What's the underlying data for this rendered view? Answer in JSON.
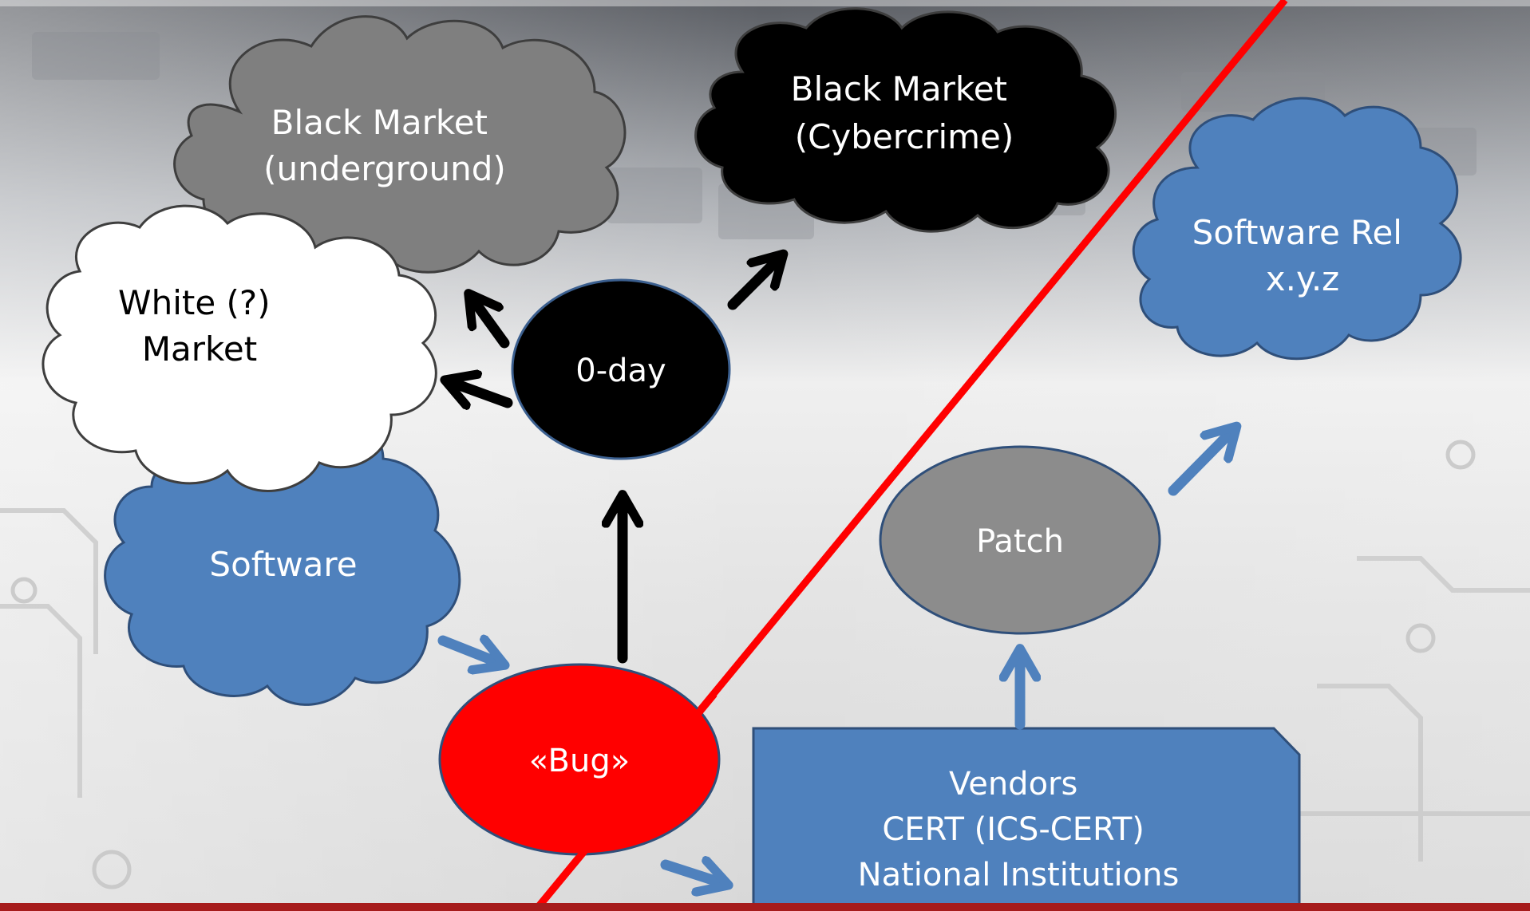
{
  "nodes": {
    "black_market_underground": {
      "lines": [
        "Black Market",
        "(underground)"
      ],
      "fill": "#7f7f7f",
      "text_color": "#ffffff"
    },
    "black_market_cybercrime": {
      "lines": [
        "Black Market",
        "(Cybercrime)"
      ],
      "fill": "#000000",
      "text_color": "#ffffff"
    },
    "white_market": {
      "lines": [
        "White (?)",
        "Market"
      ],
      "fill": "#ffffff",
      "text_color": "#000000"
    },
    "zero_day": {
      "label": "0-day",
      "fill": "#000000",
      "text_color": "#ffffff"
    },
    "software": {
      "label": "Software",
      "fill": "#4f81bd",
      "text_color": "#ffffff"
    },
    "software_rel": {
      "lines": [
        "Software Rel",
        "x.y.z"
      ],
      "fill": "#4f81bd",
      "text_color": "#ffffff"
    },
    "patch": {
      "label": "Patch",
      "fill": "#8c8c8c",
      "text_color": "#ffffff"
    },
    "bug": {
      "label": "«Bug»",
      "fill": "#ff0000",
      "text_color": "#ffffff"
    },
    "vendors": {
      "lines": [
        "Vendors",
        "CERT (ICS-CERT)",
        "National Institutions"
      ],
      "fill": "#4f81bd",
      "text_color": "#ffffff"
    }
  },
  "colors": {
    "divider_line": "#ff0000",
    "blue_arrow": "#4f81bd",
    "black_arrow": "#000000",
    "bottom_rule": "#a61c1c"
  },
  "edges": [
    {
      "from": "software",
      "to": "bug",
      "color": "blue"
    },
    {
      "from": "bug",
      "to": "zero_day",
      "color": "black"
    },
    {
      "from": "zero_day",
      "to": "black_market_underground",
      "color": "black"
    },
    {
      "from": "zero_day",
      "to": "white_market",
      "color": "black"
    },
    {
      "from": "zero_day",
      "to": "black_market_cybercrime",
      "color": "black"
    },
    {
      "from": "bug",
      "to": "vendors",
      "color": "blue"
    },
    {
      "from": "vendors",
      "to": "patch",
      "color": "blue"
    },
    {
      "from": "patch",
      "to": "software_rel",
      "color": "blue"
    }
  ]
}
